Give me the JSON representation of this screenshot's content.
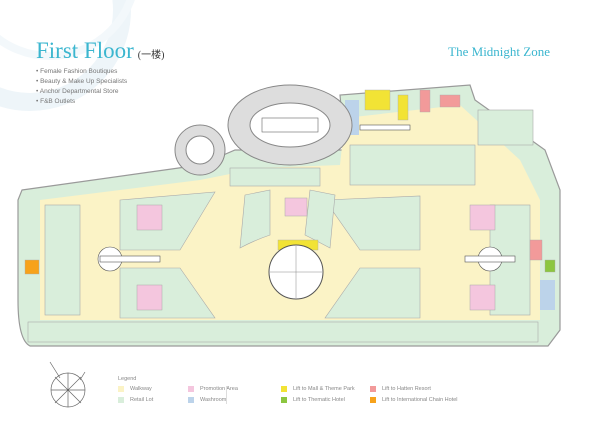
{
  "header": {
    "title": "First Floor",
    "title_chinese": "(一楼)",
    "zone": "The Midnight Zone"
  },
  "features": [
    "Female Fashion Boutiques",
    "Beauty & Make Up Specialists",
    "Anchor Departmental Store",
    "F&B Outlets"
  ],
  "legend": {
    "title": "Legend",
    "items": [
      {
        "label": "Walkway",
        "color": "#fbf3c6"
      },
      {
        "label": "Retail Lot",
        "color": "#d9eedb"
      },
      {
        "label": "Promotion Area",
        "color": "#f4c6de"
      },
      {
        "label": "Washroom",
        "color": "#bcd3ea"
      },
      {
        "label": "Lift to Mall & Theme Park",
        "color": "#f2e335"
      },
      {
        "label": "Lift to Thematic Hotel",
        "color": "#8cc63f"
      },
      {
        "label": "Lift to Hatten Resort",
        "color": "#f29a9a"
      },
      {
        "label": "Lift to International Chain Hotel",
        "color": "#f7a21b"
      }
    ]
  }
}
